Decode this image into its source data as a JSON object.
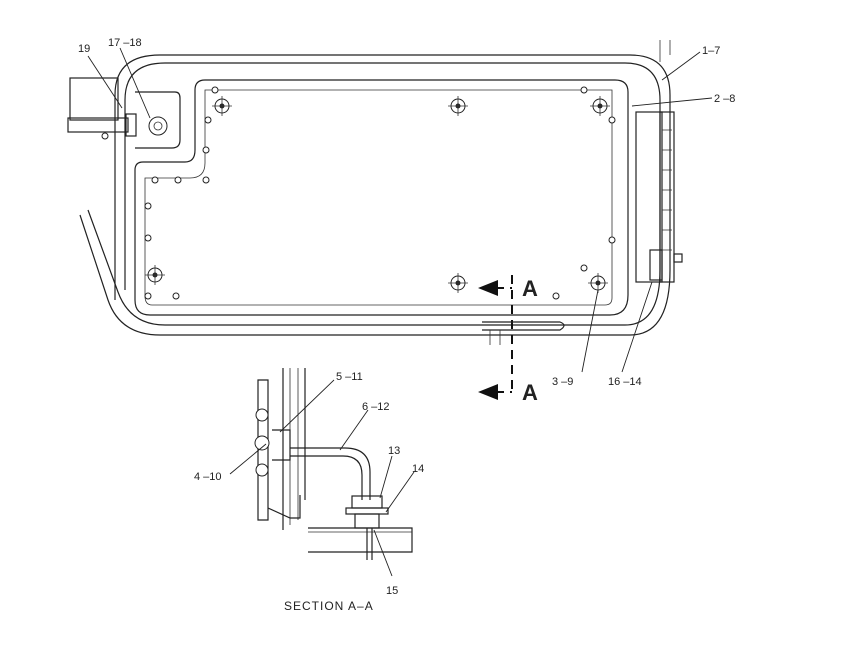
{
  "labels": {
    "l_1_7": "1–7",
    "l_2_8": "2 –8",
    "l_19": "19",
    "l_17_18": "17 –18",
    "l_3_9": "3 –9",
    "l_16_14": "16 –14",
    "l_5_11": "5 –11",
    "l_6_12": "6 –12",
    "l_4_10": "4 –10",
    "l_13": "13",
    "l_14": "14",
    "l_15": "15"
  },
  "section_marks": {
    "upper": "A",
    "lower": "A"
  },
  "caption": "SECTION  A–A"
}
